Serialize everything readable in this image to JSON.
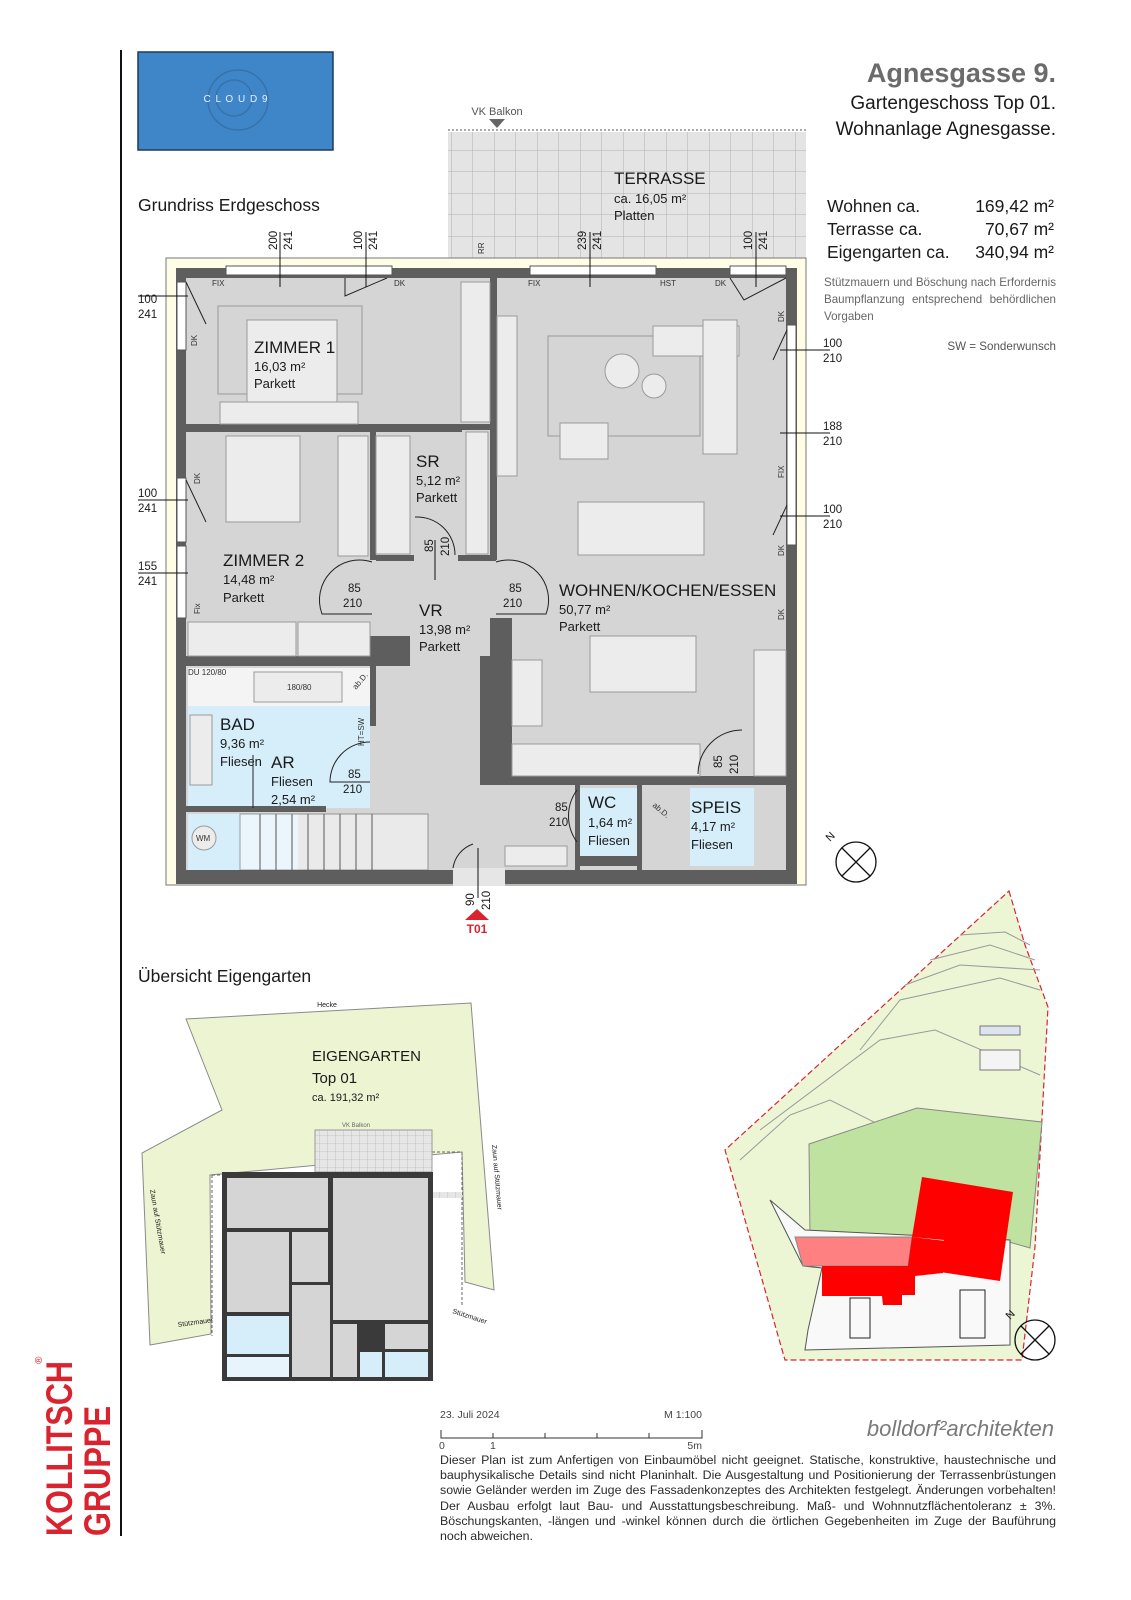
{
  "header": {
    "title": "Agnesgasse 9.",
    "subtitle": "Gartengeschoss Top 01.",
    "project": "Wohnanlage Agnesgasse."
  },
  "areas": [
    {
      "label": "Wohnen ca.",
      "value": "169,42 m²"
    },
    {
      "label": "Terrasse ca.",
      "value": "70,67 m²"
    },
    {
      "label": "Eigengarten ca.",
      "value": "340,94 m²"
    }
  ],
  "notes": {
    "stuetzmauern": "Stützmauern und Böschung nach Erfordernis Baumpflanzung entsprechend behördlichen Vorgaben",
    "sw": "SW = Sonderwunsch"
  },
  "logos": {
    "cloud9": "C L O U D 9",
    "kollitsch": "KOLLITSCH GRUPPE",
    "architect": "bolldorf²architekten"
  },
  "plan": {
    "title": "Grundriss Erdgeschoss",
    "vk_balkon": "VK Balkon",
    "entry_label": "T01",
    "north": "N",
    "rooms": [
      {
        "name": "TERRASSE",
        "area": "ca. 16,05 m²",
        "floor": "Platten"
      },
      {
        "name": "ZIMMER 1",
        "area": "16,03 m²",
        "floor": "Parkett"
      },
      {
        "name": "ZIMMER 2",
        "area": "14,48 m²",
        "floor": "Parkett"
      },
      {
        "name": "SR",
        "area": "5,12 m²",
        "floor": "Parkett"
      },
      {
        "name": "VR",
        "area": "13,98 m²",
        "floor": "Parkett"
      },
      {
        "name": "WOHNEN/KOCHEN/ESSEN",
        "area": "50,77 m²",
        "floor": "Parkett"
      },
      {
        "name": "BAD",
        "area": "9,36 m²",
        "floor": "Fliesen"
      },
      {
        "name": "AR",
        "area": "2,54 m²",
        "floor": "Fliesen"
      },
      {
        "name": "WC",
        "area": "1,64 m²",
        "floor": "Fliesen"
      },
      {
        "name": "SPEIS",
        "area": "4,17 m²",
        "floor": "Fliesen"
      }
    ],
    "dims": [
      [
        "200",
        "241"
      ],
      [
        "100",
        "241"
      ],
      [
        "239",
        "241"
      ],
      [
        "100",
        "241"
      ],
      [
        "100",
        "241"
      ],
      [
        "100",
        "241"
      ],
      [
        "155",
        "241"
      ],
      [
        "100",
        "210"
      ],
      [
        "188",
        "210"
      ],
      [
        "100",
        "210"
      ],
      [
        "85",
        "210"
      ],
      [
        "85",
        "210"
      ],
      [
        "85",
        "210"
      ],
      [
        "85",
        "210"
      ],
      [
        "85",
        "210"
      ],
      [
        "85",
        "210"
      ],
      [
        "90",
        "210"
      ]
    ],
    "tags": [
      "FIX",
      "DK",
      "DK",
      "FIX",
      "HST",
      "DK",
      "DK",
      "DK",
      "FIX",
      "DK",
      "DK",
      "Fix",
      "RR",
      "DU 120/80",
      "180/80",
      "HT=SW",
      "ab.D.",
      "ab.D.",
      "WM"
    ]
  },
  "garden": {
    "title": "Übersicht Eigengarten",
    "hecke": "Hecke",
    "name": "EIGENGARTEN",
    "top": "Top 01",
    "area": "ca. 191,32 m²",
    "zaun_left": "Zaun auf Stützmauer",
    "zaun_right": "Zaun auf Stützmauer",
    "stuetz_left": "Stützmauer",
    "stuetz_right": "Stützmauer",
    "vk_balkon": "VK Balkon"
  },
  "footer": {
    "date": "23. Juli 2024",
    "scale": "M 1:100",
    "scale_ticks": [
      "0",
      "1",
      "5m"
    ],
    "disclaimer": "Dieser Plan ist zum Anfertigen von Einbaumöbel nicht geeignet. Statische, konstruktive, haustechnische und bauphysikalische Details sind nicht Planinhalt. Die Ausgestaltung und Positionierung der Terrassenbrüstungen sowie Geländer werden im Zuge des Fassadenkonzeptes des Architekten festgelegt. Änderungen vorbehalten! Der Ausbau erfolgt laut Bau- und Ausstattungsbeschreibung. Maß- und Wohnnutzflächentoleranz ± 3%. Böschungskanten, -längen und -winkel können durch die örtlichen Gegebenheiten im Zuge der Bauführung noch abweichen."
  },
  "colors": {
    "logo_blue": "#3f86c8",
    "brand_red": "#d9232e",
    "wet_room": "#d5eefa",
    "floor": "#d5d5d5",
    "garden": "#ecf4d2",
    "garden_dark": "#bfe2a0",
    "unit_red": "#ff0000"
  }
}
